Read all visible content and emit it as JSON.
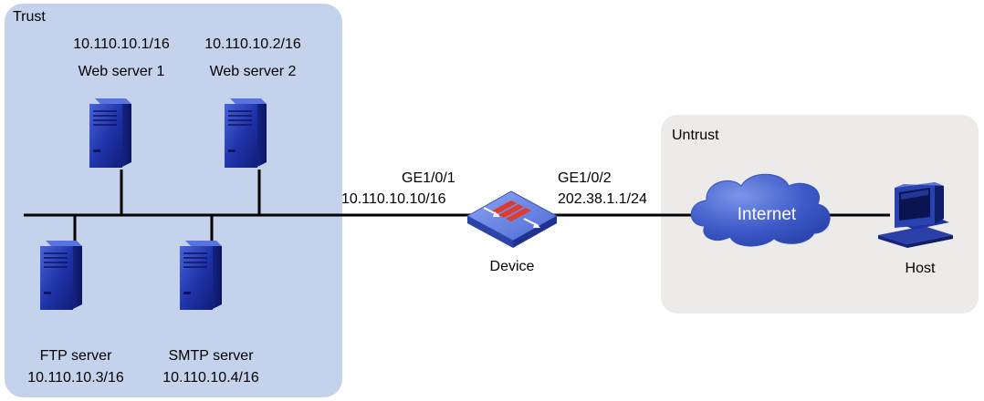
{
  "zones": {
    "trust": {
      "label": "Trust",
      "fill": "#c4d2ec"
    },
    "untrust": {
      "label": "Untrust",
      "fill": "#ecebe9"
    }
  },
  "servers": {
    "web1": {
      "ip": "10.110.10.1/16",
      "name": "Web server 1"
    },
    "web2": {
      "ip": "10.110.10.2/16",
      "name": "Web server 2"
    },
    "ftp": {
      "name": "FTP server",
      "ip": "10.110.10.3/16"
    },
    "smtp": {
      "name": "SMTP server",
      "ip": "10.110.10.4/16"
    }
  },
  "device": {
    "name": "Device",
    "port1": {
      "name": "GE1/0/1",
      "ip": "10.110.10.10/16"
    },
    "port2": {
      "name": "GE1/0/2",
      "ip": "202.38.1.1/24"
    }
  },
  "internet": {
    "label": "Internet"
  },
  "host": {
    "label": "Host"
  },
  "colors": {
    "server_body": "#1e32a8",
    "server_dark": "#101e78",
    "cloud": "#3d5ac8",
    "link": "#000000"
  }
}
